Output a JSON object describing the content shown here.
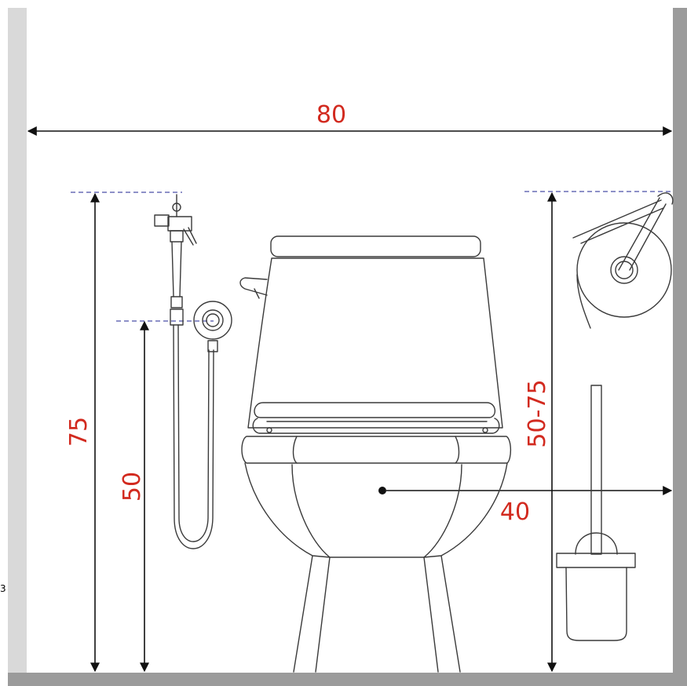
{
  "colors": {
    "label_red": "#d22a1f",
    "wall_light": "#d9d9d9",
    "wall_dark": "#9b9b9b",
    "guide_blue": "#4a4fa8"
  },
  "dimensions": {
    "width": "80",
    "sprayer_height": "75",
    "holder_height": "50",
    "paper_height": "50-75",
    "bowl_offset": "40"
  },
  "side_mark": "3"
}
